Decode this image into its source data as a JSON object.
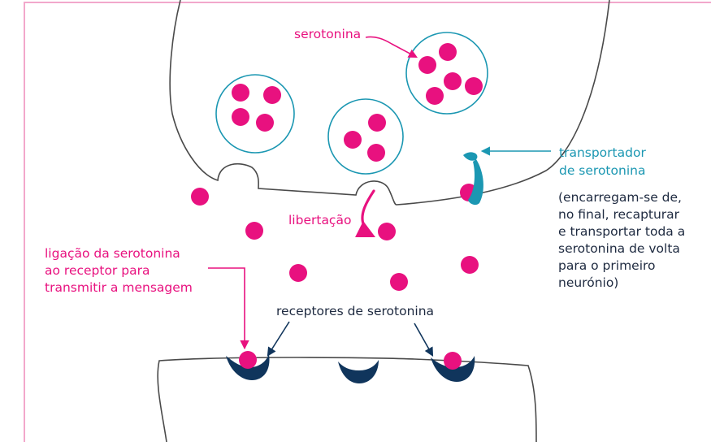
{
  "colors": {
    "magenta": "#e8117f",
    "teal": "#1b97b2",
    "navy": "#10355c",
    "outline": "#4a4a4a",
    "frame": "#f2a8cb",
    "text_dark": "#1e2a40"
  },
  "labels": {
    "serotonina": "serotonina",
    "libertacao": "libertação",
    "ligacao": [
      "ligação da serotonina",
      "ao receptor para",
      "transmitir a mensagem"
    ],
    "receptores": "receptores de serotonina",
    "transportador": [
      "transportador",
      "de serotonina"
    ],
    "nota": [
      "(encarregam-se de,",
      "no final, recapturar",
      "e transportar toda a",
      "serotonina de volta",
      "para o primeiro",
      "neurónio)"
    ]
  }
}
